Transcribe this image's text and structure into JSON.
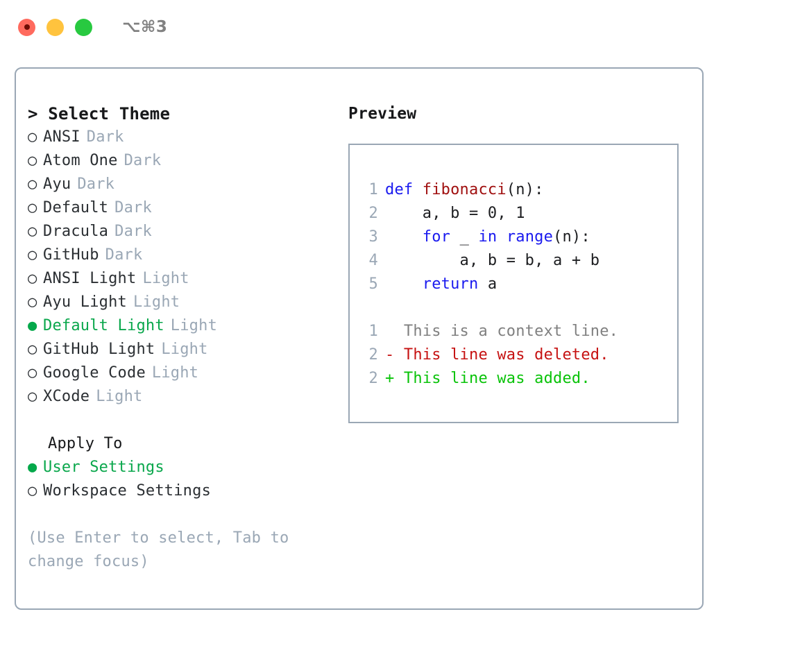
{
  "titlebar": {
    "dots": [
      {
        "name": "close-dot",
        "color": "#ff6a5e"
      },
      {
        "name": "minimize-dot",
        "color": "#ffc33e"
      },
      {
        "name": "maximize-dot",
        "color": "#28c940"
      }
    ],
    "shortcut": "⌥⌘3"
  },
  "theme_picker": {
    "title": "> Select Theme",
    "items": [
      {
        "bullet": "○",
        "name": "ANSI",
        "tag": "Dark",
        "selected": false
      },
      {
        "bullet": "○",
        "name": "Atom One",
        "tag": "Dark",
        "selected": false
      },
      {
        "bullet": "○",
        "name": "Ayu",
        "tag": "Dark",
        "selected": false
      },
      {
        "bullet": "○",
        "name": "Default",
        "tag": "Dark",
        "selected": false
      },
      {
        "bullet": "○",
        "name": "Dracula",
        "tag": "Dark",
        "selected": false
      },
      {
        "bullet": "○",
        "name": "GitHub",
        "tag": "Dark",
        "selected": false
      },
      {
        "bullet": "○",
        "name": "ANSI Light",
        "tag": "Light",
        "selected": false
      },
      {
        "bullet": "○",
        "name": "Ayu Light",
        "tag": "Light",
        "selected": false
      },
      {
        "bullet": "●",
        "name": "Default Light",
        "tag": "Light",
        "selected": true
      },
      {
        "bullet": "○",
        "name": "GitHub Light",
        "tag": "Light",
        "selected": false
      },
      {
        "bullet": "○",
        "name": "Google Code",
        "tag": "Light",
        "selected": false
      },
      {
        "bullet": "○",
        "name": "XCode",
        "tag": "Light",
        "selected": false
      }
    ]
  },
  "apply_to": {
    "title": "Apply To",
    "items": [
      {
        "bullet": "●",
        "name": "User Settings",
        "tag": "",
        "selected": true
      },
      {
        "bullet": "○",
        "name": "Workspace Settings",
        "tag": "",
        "selected": false
      }
    ]
  },
  "hint": "(Use Enter to select, Tab to change focus)",
  "preview": {
    "title": "Preview",
    "code_lines": [
      {
        "no": "1",
        "tokens": [
          {
            "t": "def ",
            "c": "kw"
          },
          {
            "t": "fibonacci",
            "c": "fn"
          },
          {
            "t": "(n):",
            "c": "plain"
          }
        ]
      },
      {
        "no": "2",
        "tokens": [
          {
            "t": "    a, b = 0, 1",
            "c": "plain"
          }
        ]
      },
      {
        "no": "3",
        "tokens": [
          {
            "t": "    ",
            "c": "plain"
          },
          {
            "t": "for",
            "c": "kw"
          },
          {
            "t": " _ ",
            "c": "plain"
          },
          {
            "t": "in",
            "c": "kw"
          },
          {
            "t": " ",
            "c": "plain"
          },
          {
            "t": "range",
            "c": "kw"
          },
          {
            "t": "(n):",
            "c": "plain"
          }
        ]
      },
      {
        "no": "4",
        "tokens": [
          {
            "t": "        a, b = b, a + b",
            "c": "plain"
          }
        ]
      },
      {
        "no": "5",
        "tokens": [
          {
            "t": "    ",
            "c": "plain"
          },
          {
            "t": "return",
            "c": "kw"
          },
          {
            "t": " a",
            "c": "plain"
          }
        ]
      }
    ],
    "diff_lines": [
      {
        "no": "1",
        "text": "  This is a context line.",
        "kind": "ctx"
      },
      {
        "no": "2",
        "text": "- This line was deleted.",
        "kind": "del"
      },
      {
        "no": "2",
        "text": "+ This line was added.",
        "kind": "add"
      }
    ]
  },
  "colors": {
    "accent_green": "#0aa74c",
    "muted": "#9aa7b5",
    "border": "#9aa7b5",
    "keyword_blue": "#1a1aef",
    "function_red": "#a01010",
    "diff_deleted": "#c61212",
    "diff_added": "#09c309",
    "text": "#1c1d20"
  }
}
